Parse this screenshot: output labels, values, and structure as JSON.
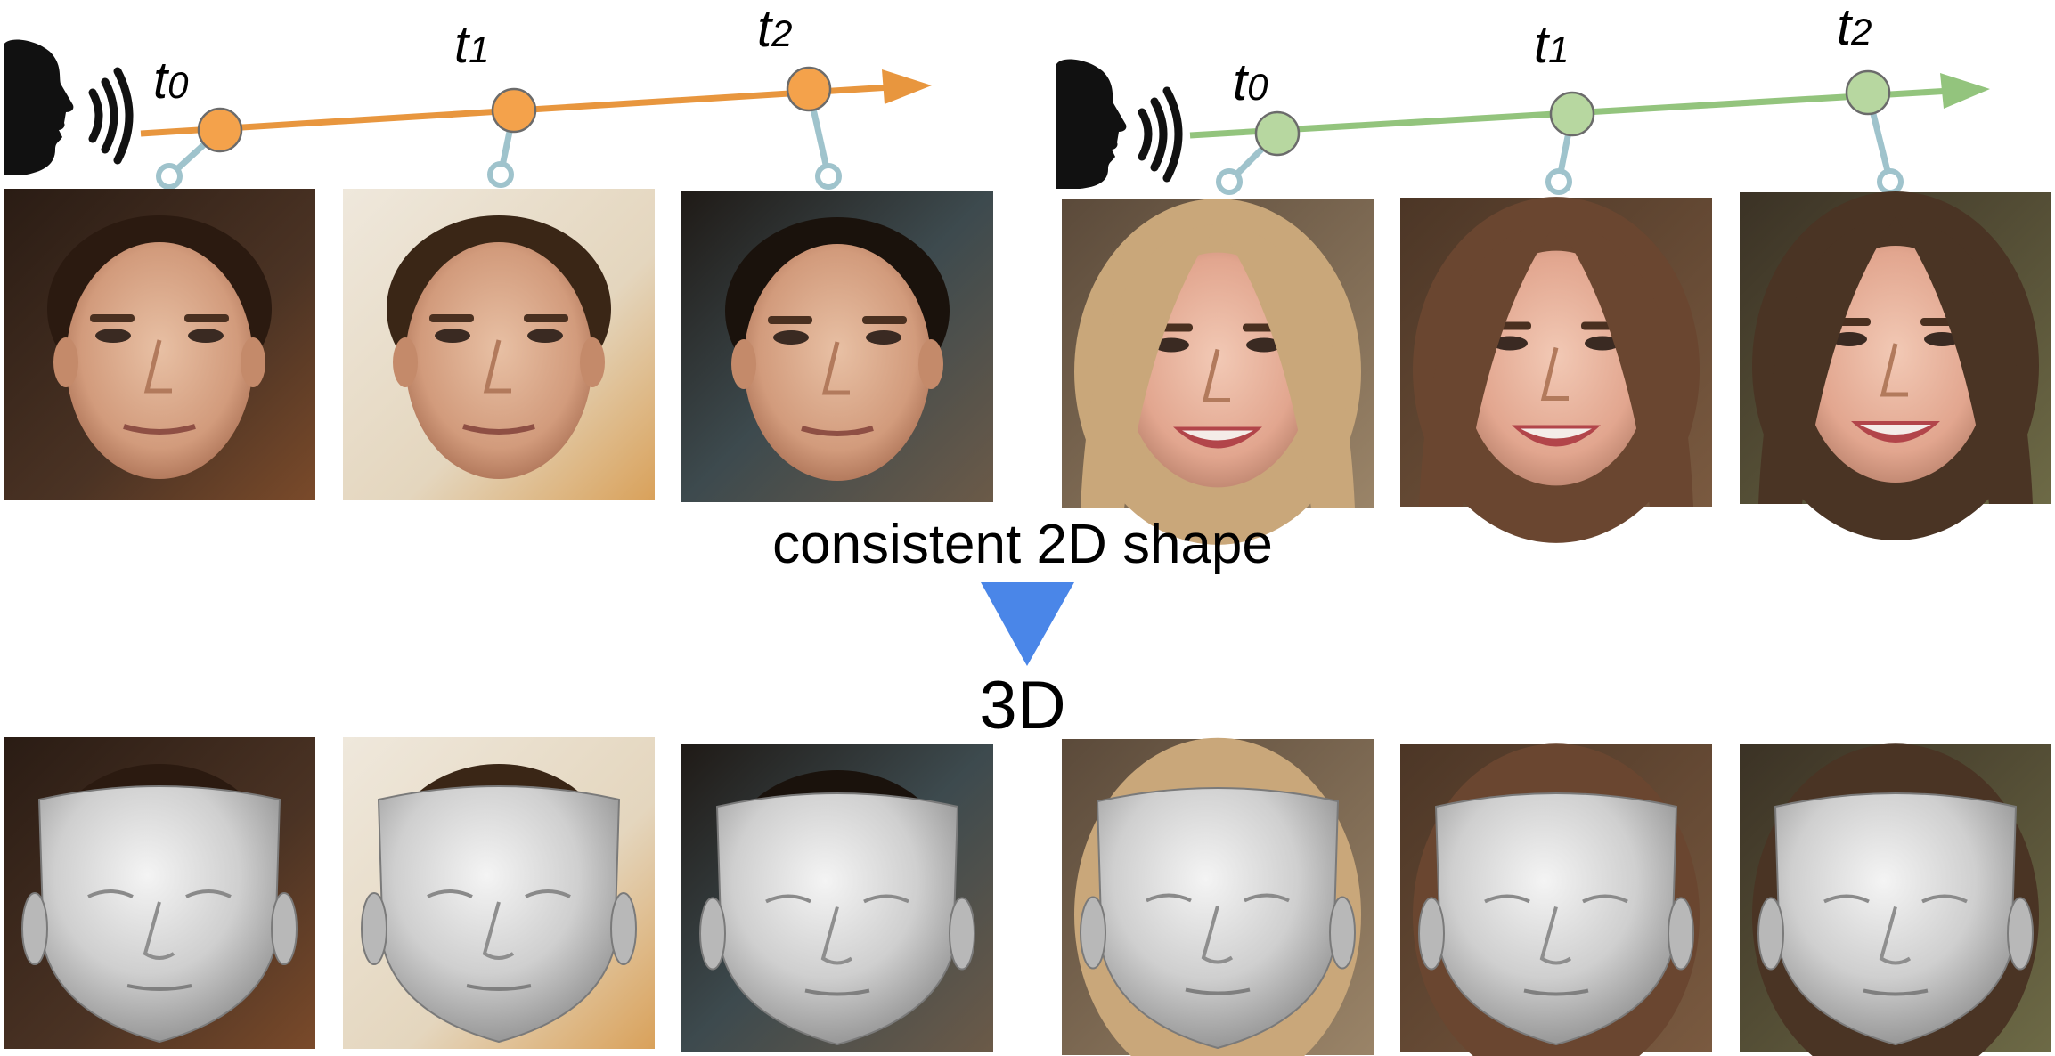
{
  "timelines": [
    {
      "name": "male",
      "color": "#e8963e",
      "node_color": "#f4a24b",
      "labels": [
        {
          "base": "t",
          "sub": "0"
        },
        {
          "base": "t",
          "sub": "1"
        },
        {
          "base": "t",
          "sub": "2"
        }
      ]
    },
    {
      "name": "female",
      "color": "#93c47d",
      "node_color": "#b7d7a0",
      "labels": [
        {
          "base": "t",
          "sub": "0"
        },
        {
          "base": "t",
          "sub": "1"
        },
        {
          "base": "t",
          "sub": "2"
        }
      ]
    }
  ],
  "connector_color": "#9fc3cc",
  "arrow_color": "#4a86e8",
  "captions": {
    "middle": "consistent 2D shape",
    "bottom": "3D"
  }
}
